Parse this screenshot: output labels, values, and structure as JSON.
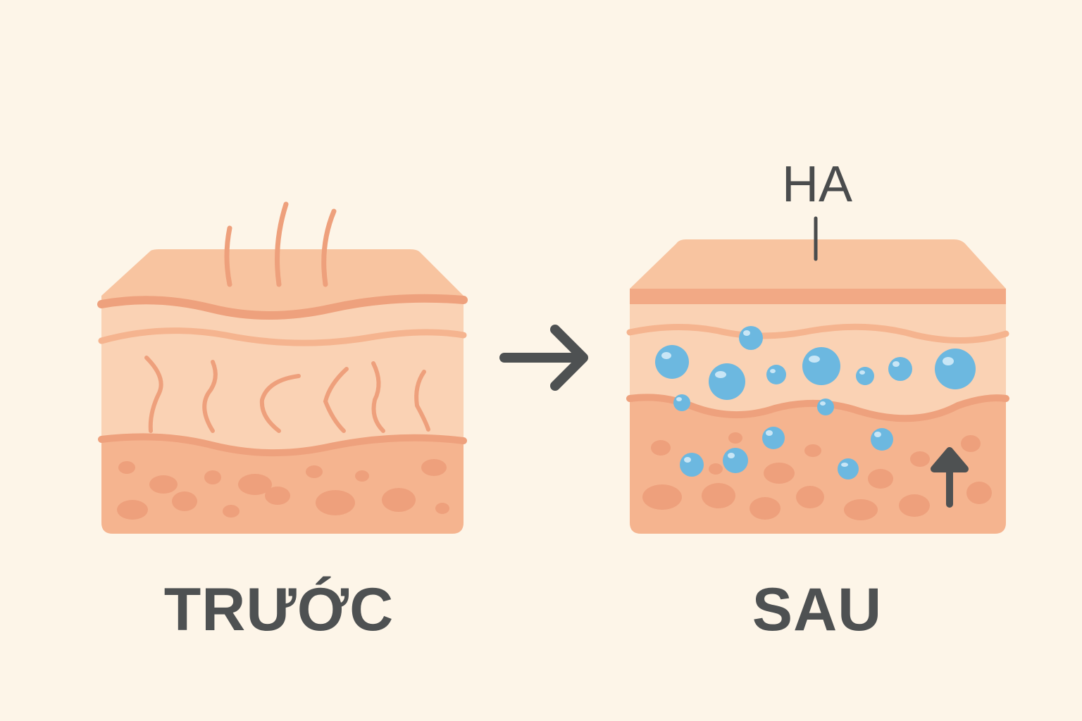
{
  "labels": {
    "before": "TRƯỚC",
    "after": "SAU",
    "ingredient": "HA"
  },
  "icons": {
    "transition": "right-arrow-icon",
    "lift": "up-arrow-icon"
  },
  "colors": {
    "background": "#fdf5e8",
    "skin_top": "#f8c4a0",
    "skin_mid": "#fad2b4",
    "skin_deep": "#f5b48f",
    "skin_line": "#eea17d",
    "skin_spot": "#eea07c",
    "hydration": "#6cb8e0",
    "text": "#4e5152"
  }
}
